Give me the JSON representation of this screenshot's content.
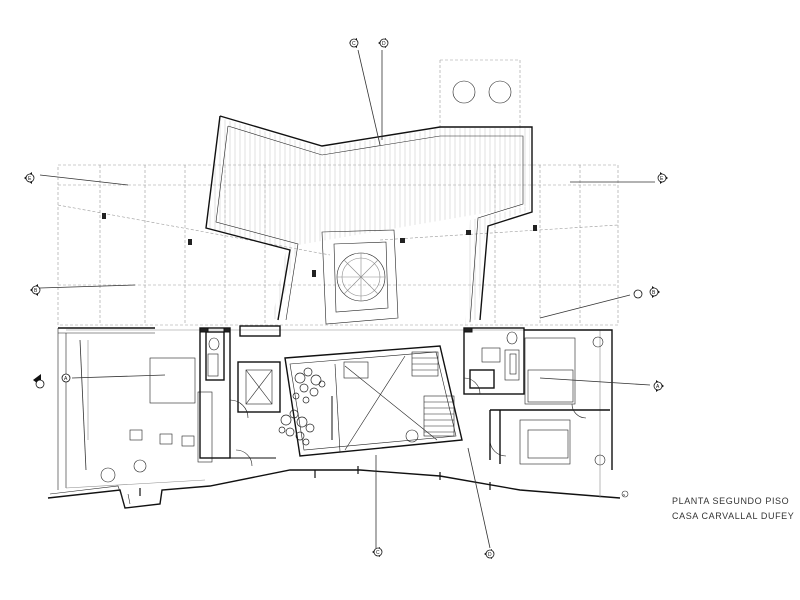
{
  "title": {
    "line1": "PLANTA SEGUNDO PISO",
    "line2": "CASA CARVALLAL DUFEY"
  },
  "section_markers": {
    "A_left": "A",
    "A_right": "A",
    "B_left": "B",
    "B_right": "B",
    "C_top": "C",
    "C_bottom": "C",
    "D_top": "D",
    "D_bottom": "D",
    "E_left": "E",
    "E_right": "E"
  },
  "north_mark": "N"
}
